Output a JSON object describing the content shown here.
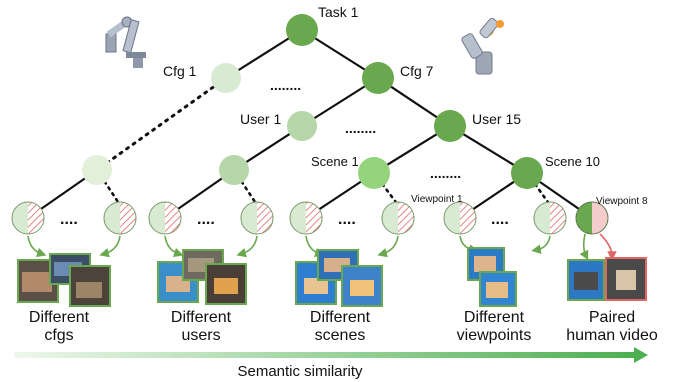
{
  "tree": {
    "root_label": "Task 1",
    "cfg_first_label": "Cfg 1",
    "cfg_last_label": "Cfg 7",
    "user_first_label": "User 1",
    "user_last_label": "User 15",
    "scene_first_label": "Scene 1",
    "scene_last_label": "Scene 10",
    "viewpoint_first_label": "Viewpoint 1",
    "viewpoint_last_label": "Viewpoint 8",
    "ellipsis": "........",
    "leaf_ellipsis": "...."
  },
  "groups": [
    {
      "caption_line1": "Different",
      "caption_line2": "cfgs"
    },
    {
      "caption_line1": "Different",
      "caption_line2": "users"
    },
    {
      "caption_line1": "Different",
      "caption_line2": "scenes"
    },
    {
      "caption_line1": "Different",
      "caption_line2": "viewpoints"
    },
    {
      "caption_line1": "Paired",
      "caption_line2": "human video"
    }
  ],
  "axis": {
    "label": "Semantic similarity"
  },
  "colors": {
    "node_dark": "#6aa84f",
    "node_mid": "#93c47d",
    "node_light": "#d9ead3",
    "leaf_hatch": "#e06666",
    "leaf_pink": "#f4cccc",
    "arrow_start": "#eaf6e6",
    "arrow_end": "#5cb85c",
    "photo_border_green": "#6aa84f",
    "photo_border_red": "#e06666"
  },
  "icons": [
    "robot-arm-icon-left",
    "robot-arm-icon-right"
  ]
}
